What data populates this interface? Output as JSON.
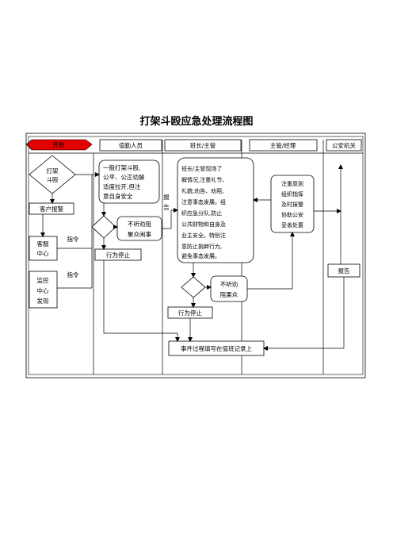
{
  "title": "打架斗殴应急处理流程图",
  "start_label": "开始",
  "lanes": [
    "值勤人员",
    "班长/主管",
    "主管/经理",
    "公安机关"
  ],
  "nodes": {
    "fight": [
      "打架",
      "斗殴"
    ],
    "customer_report": "客户报警",
    "service_center": [
      "客服",
      "中心"
    ],
    "monitor_center": [
      "监控",
      "中心",
      "发现"
    ],
    "guard_action": [
      "一般打架斗殴,",
      "公平、公正劝解",
      "适度拉开,但注",
      "意自身安全"
    ],
    "guard_ignore": [
      "不听劝阻",
      "聚众闹事"
    ],
    "guard_stop": "行为停止",
    "supervisor_action": [
      "班长/主管现场了",
      "解情况,注重礼节、",
      "礼貌,劝告、劝阻,",
      "注意事态发展。组",
      "织应急分队,防止",
      "公共财物和自身及",
      "业主安全。特别注",
      "意防止挑衅行为,",
      "避免事态发展。"
    ],
    "supervisor_ignore": [
      "不听劝",
      "阻果众"
    ],
    "supervisor_stop": "行为停止",
    "manager_action": [
      "注重原则",
      "组织指挥",
      "及时报警",
      "协助公安",
      "妥善处置"
    ],
    "police_report": "报告",
    "record": "事件过程填写在值班记录上"
  },
  "labels": {
    "report_vertical": [
      "报",
      "告"
    ],
    "instruction_1": "指令",
    "instruction_2": "指令"
  }
}
